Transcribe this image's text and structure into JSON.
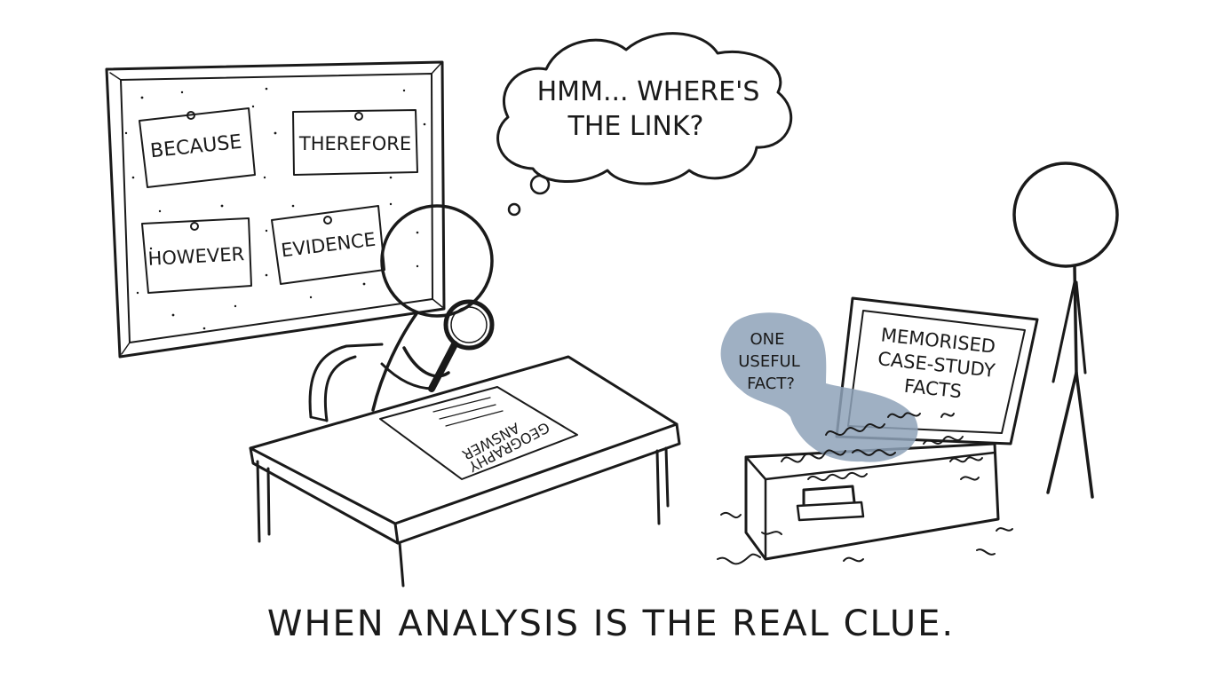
{
  "board": {
    "notes": [
      "BECAUSE",
      "THEREFORE",
      "HOWEVER",
      "EVIDENCE"
    ]
  },
  "thought_bubble": {
    "line1": "HMM... WHERE'S",
    "line2": "THE LINK?"
  },
  "paper": {
    "line1": "GEOGRAPHY",
    "line2": "ANSWER"
  },
  "suitcase": {
    "lid_label": [
      "MEMORISED",
      "CASE-STUDY",
      "FACTS"
    ],
    "highlight_label": [
      "ONE",
      "USEFUL",
      "FACT?"
    ],
    "highlight_color": "#8ea2b8"
  },
  "caption": "WHEN ANALYSIS IS THE REAL CLUE."
}
